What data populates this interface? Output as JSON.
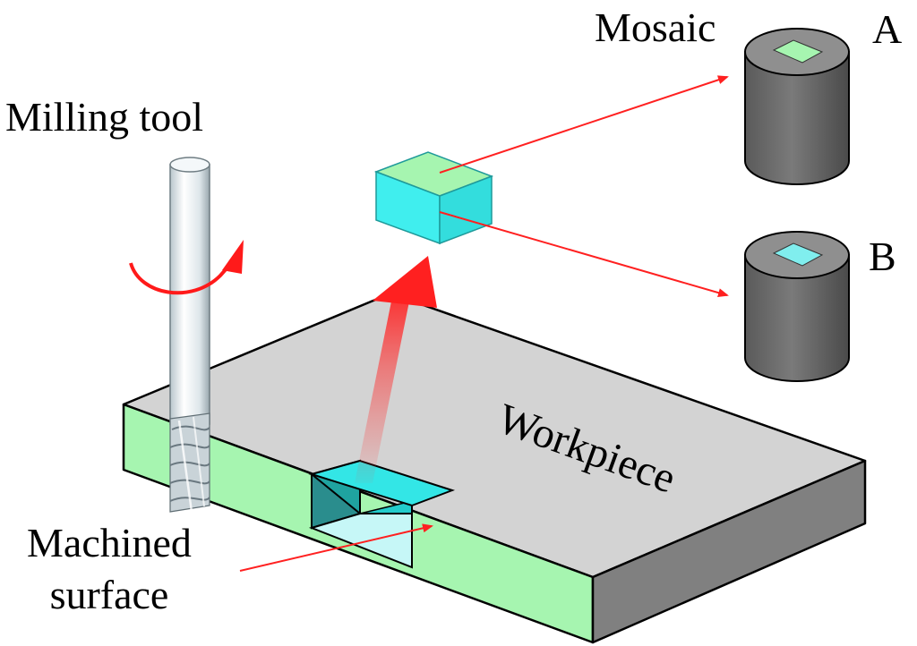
{
  "labels": {
    "mosaic": "Mosaic",
    "a": "A",
    "b": "B",
    "milling_tool": "Milling tool",
    "machined_line1": "Machined",
    "machined_line2": "surface",
    "workpiece": "Workpiece"
  },
  "colors": {
    "workpiece_top": "#d3d3d3",
    "workpiece_front": "#a6f5b0",
    "workpiece_right": "#808080",
    "pocket": "#33e6e6",
    "mosaic_block_top": "#a6f5b0",
    "mosaic_block_side": "#40eeee",
    "cylinder": "#6f6f6f",
    "arrow": "#ff2020",
    "tool": "#e8eef2"
  },
  "icons": {
    "milling_tool": "end-mill-icon",
    "rotation": "rotation-arrow-icon",
    "cylinder_a": "cylinder-a-icon",
    "cylinder_b": "cylinder-b-icon"
  }
}
